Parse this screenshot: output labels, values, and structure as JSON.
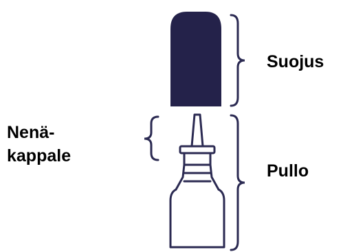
{
  "colors": {
    "ink": "#24224a",
    "outline": "#2b2a52",
    "background": "#ffffff",
    "text": "#000000"
  },
  "labels": {
    "cap": "Suojus",
    "nozzle_line1": "Nenä-",
    "nozzle_line2": "kappale",
    "bottle": "Pullo"
  }
}
